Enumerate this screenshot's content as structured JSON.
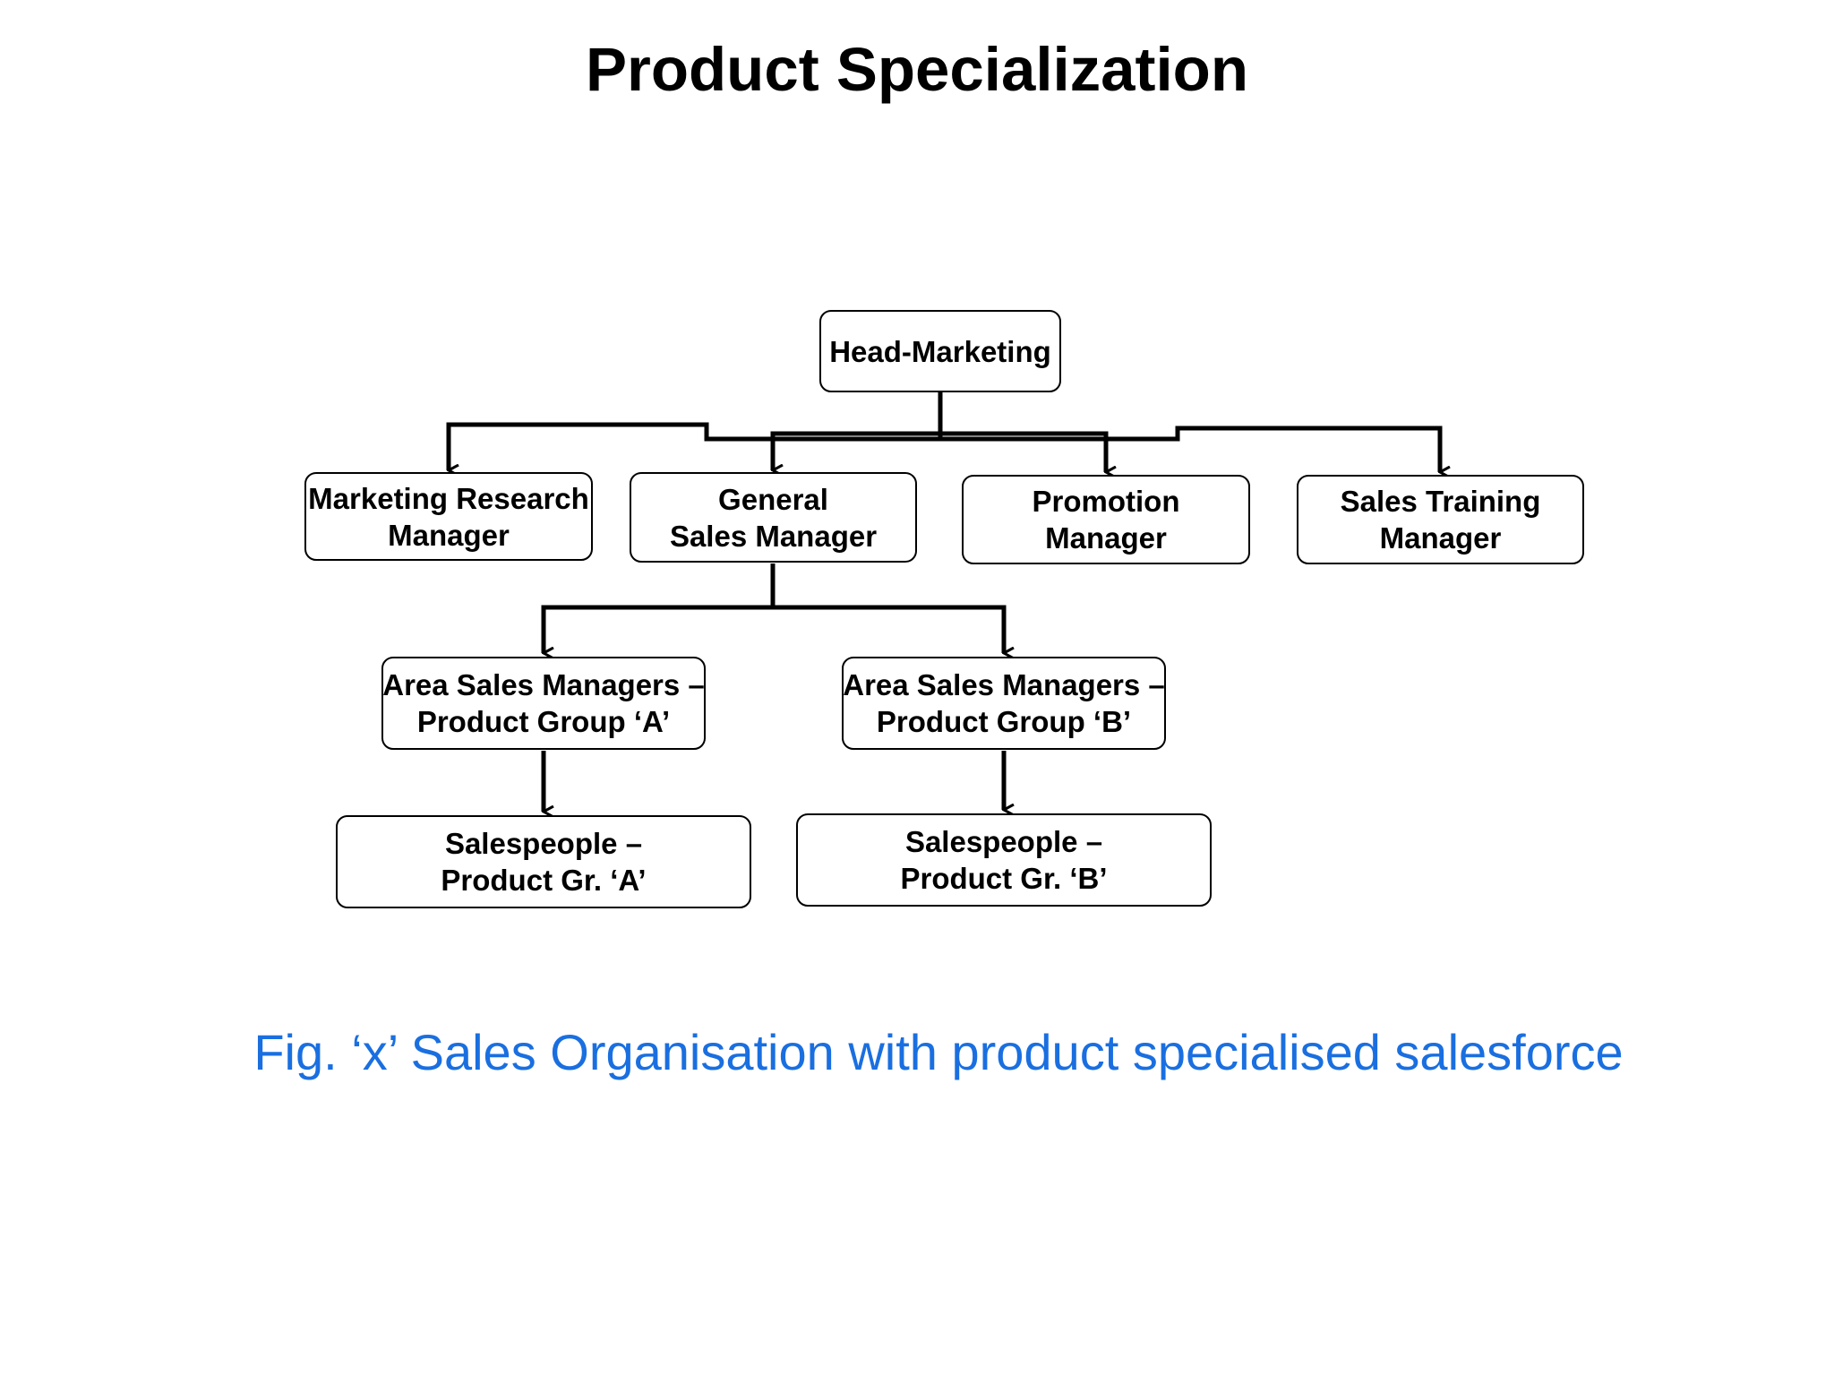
{
  "title": "Product Specialization",
  "caption": "Fig. ‘x’ Sales Organisation with product specialised salesforce",
  "colors": {
    "caption": "#1a6fe0",
    "box_border": "#000000",
    "connector": "#000000"
  },
  "nodes": {
    "head": {
      "lines": [
        "Head-Marketing"
      ]
    },
    "marketing_research": {
      "lines": [
        "Marketing Research",
        "Manager"
      ]
    },
    "general_sales": {
      "lines": [
        "General",
        "Sales Manager"
      ]
    },
    "promotion": {
      "lines": [
        "Promotion",
        "Manager"
      ]
    },
    "sales_training": {
      "lines": [
        "Sales Training",
        "Manager"
      ]
    },
    "area_a": {
      "lines": [
        "Area Sales Managers –",
        "Product Group ‘A’"
      ]
    },
    "area_b": {
      "lines": [
        "Area Sales Managers –",
        "Product Group ‘B’"
      ]
    },
    "sales_a": {
      "lines": [
        "Salespeople –",
        "Product Gr. ‘A’"
      ]
    },
    "sales_b": {
      "lines": [
        "Salespeople –",
        "Product Gr. ‘B’"
      ]
    }
  },
  "edges": [
    {
      "from": "head",
      "to": "marketing_research"
    },
    {
      "from": "head",
      "to": "general_sales"
    },
    {
      "from": "head",
      "to": "promotion"
    },
    {
      "from": "head",
      "to": "sales_training"
    },
    {
      "from": "general_sales",
      "to": "area_a"
    },
    {
      "from": "general_sales",
      "to": "area_b"
    },
    {
      "from": "area_a",
      "to": "sales_a"
    },
    {
      "from": "area_b",
      "to": "sales_b"
    }
  ]
}
